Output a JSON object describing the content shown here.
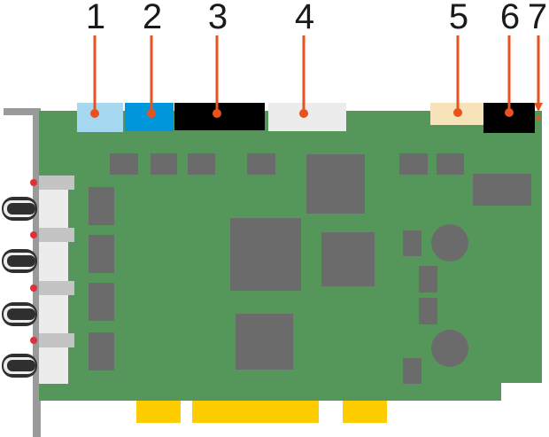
{
  "callouts": [
    {
      "number": "1"
    },
    {
      "number": "2"
    },
    {
      "number": "3"
    },
    {
      "number": "4"
    },
    {
      "number": "5"
    },
    {
      "number": "6"
    },
    {
      "number": "7"
    }
  ],
  "colors": {
    "board": "#55975a",
    "chip": "#6b6b6b",
    "bracket": "#9a9a9a",
    "gold_contact": "#ffcc00",
    "callout": "#e8521e",
    "connector_1": "#a7d8f2",
    "connector_2": "#0096dc",
    "connector_3": "#000000",
    "connector_4": "#ececec",
    "connector_5": "#f7e3b9",
    "connector_6": "#000000",
    "jack_ring": "#e0303a"
  }
}
